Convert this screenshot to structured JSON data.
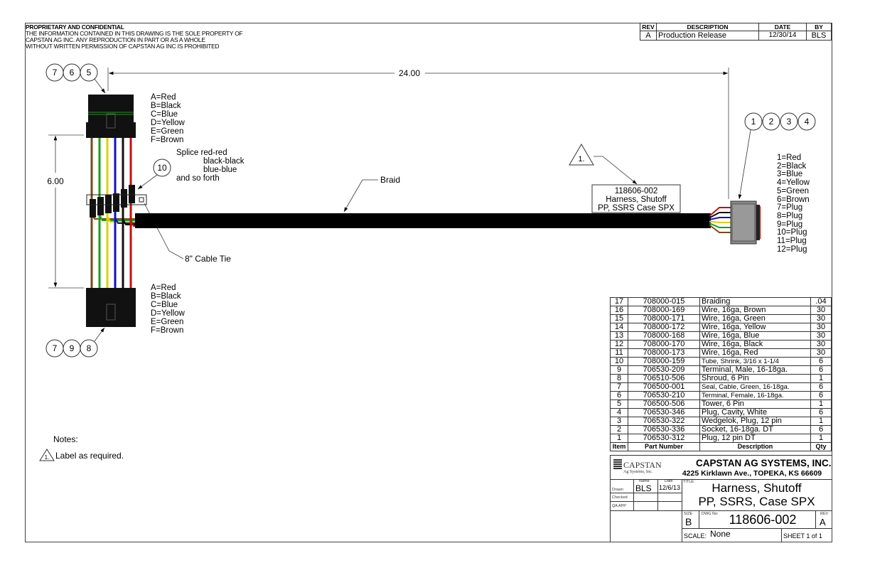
{
  "proprietary": {
    "heading": "PROPRIETARY AND CONFIDENTIAL",
    "lines": [
      "THE INFORMATION CONTAINED IN THIS DRAWING IS THE SOLE PROPERTY OF",
      "CAPSTAN AG INC. ANY REPRODUCTION IN PART OR AS A WHOLE",
      "WITHOUT WRITTEN PERMISSION OF CAPSTAN AG INC IS PROHIBITED"
    ]
  },
  "revision": {
    "headers": {
      "rev": "REV",
      "description": "DESCRIPTION",
      "date": "DATE",
      "by": "BY"
    },
    "rows": [
      {
        "rev": "A",
        "description": "Production Release",
        "date": "12/30/14",
        "by": "BLS"
      }
    ]
  },
  "drawing": {
    "dim_length": "24.00",
    "dim_height": "6.00",
    "balloons_top_left": [
      "7",
      "6",
      "5"
    ],
    "balloons_bottom_left": [
      "7",
      "9",
      "8"
    ],
    "balloons_right": [
      "1",
      "2",
      "3",
      "4"
    ],
    "balloon_splice": "10",
    "pin_map_top": [
      "A=Red",
      "B=Black",
      "C=Blue",
      "D=Yellow",
      "E=Green",
      "F=Brown"
    ],
    "pin_map_bottom": [
      "A=Red",
      "B=Black",
      "C=Blue",
      "D=Yellow",
      "E=Green",
      "F=Brown"
    ],
    "pin_map_right": [
      "1=Red",
      "2=Black",
      "3=Blue",
      "4=Yellow",
      "5=Green",
      "6=Brown",
      "7=Plug",
      "8=Plug",
      "9=Plug",
      "10=Plug",
      "11=Plug",
      "12=Plug"
    ],
    "splice_note": [
      "Splice red-red",
      "black-black",
      "blue-blue",
      "and so forth"
    ],
    "braid_label": "Braid",
    "cable_tie_label": "8\" Cable Tie",
    "flag_note": "1.",
    "label_box": [
      "118606-002",
      "Harness, Shutoff",
      "PP, SSRS Case SPX"
    ],
    "wire_colors": [
      "#7a4a1a",
      "#1aa01a",
      "#e0d000",
      "#1010c0",
      "#111111",
      "#c01010"
    ]
  },
  "notes": {
    "title": "Notes:",
    "flag": "1.",
    "items": [
      "Label as required."
    ]
  },
  "bom": {
    "headers": {
      "item": "Item",
      "part": "Part Number",
      "description": "Description",
      "qty": "Qty"
    },
    "rows": [
      [
        "17",
        "708000-015",
        "Braiding",
        ".04"
      ],
      [
        "16",
        "708000-169",
        "Wire, 16ga, Brown",
        "30"
      ],
      [
        "15",
        "708000-171",
        "Wire, 16ga, Green",
        "30"
      ],
      [
        "14",
        "708000-172",
        "Wire, 16ga, Yellow",
        "30"
      ],
      [
        "13",
        "708000-168",
        "Wire, 16ga, Blue",
        "30"
      ],
      [
        "12",
        "708000-170",
        "Wire, 16ga, Black",
        "30"
      ],
      [
        "11",
        "708000-173",
        "Wire, 16ga, Red",
        "30"
      ],
      [
        "10",
        "708000-159",
        "Tube, Shrink, 3/16 x 1-1/4",
        "6"
      ],
      [
        "9",
        "706530-209",
        "Terminal, Male, 16-18ga.",
        "6"
      ],
      [
        "8",
        "706510-506",
        "Shroud, 6 Pin",
        "1"
      ],
      [
        "7",
        "706500-001",
        "Seal, Cable, Green, 16-18ga.",
        "6"
      ],
      [
        "6",
        "706530-210",
        "Terminal, Female, 16-18ga.",
        "6"
      ],
      [
        "5",
        "706500-506",
        "Tower, 6 Pin",
        "1"
      ],
      [
        "4",
        "706530-346",
        "Plug, Cavity, White",
        "6"
      ],
      [
        "3",
        "706530-322",
        "Wedgelok, Plug, 12 pin",
        "1"
      ],
      [
        "2",
        "706530-336",
        "Socket, 16-18ga. DT",
        "6"
      ],
      [
        "1",
        "706530-312",
        "Plug, 12 pin DT",
        "1"
      ]
    ]
  },
  "title_block": {
    "logo_text": "CAPSTAN",
    "logo_sub": "Ag Systems, Inc.",
    "company": "CAPSTAN AG SYSTEMS, INC.",
    "address": "4225 Kirklawn Ave., TOPEKA, KS 66609",
    "name_label": "Name",
    "date_label": "Date",
    "drawn_label": "Drawn",
    "drawn_name": "BLS",
    "drawn_date": "12/6/13",
    "checked_label": "Checked",
    "qa_label": "QA APP",
    "title_label": "TITLE:",
    "title_line1": "Harness, Shutoff",
    "title_line2": "PP, SSRS, Case SPX",
    "size_label": "SIZE",
    "size": "B",
    "dwg_label": "DWG No:",
    "dwg_no": "118606-002",
    "rev_label": "REV",
    "rev": "A",
    "scale_label": "SCALE:",
    "scale": "None",
    "sheet": "SHEET 1 of 1"
  }
}
